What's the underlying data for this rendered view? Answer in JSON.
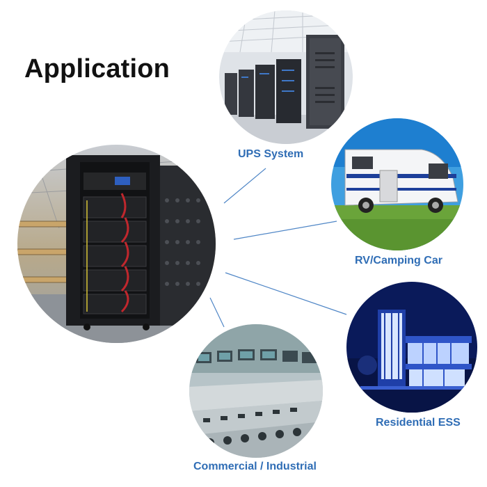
{
  "title": "Application",
  "applications": [
    {
      "label": "UPS System"
    },
    {
      "label": "RV/Camping Car"
    },
    {
      "label": "Residential ESS"
    },
    {
      "label": "Commercial / Industrial"
    }
  ],
  "colors": {
    "label": "#2f6db5",
    "connector": "#4f86c6",
    "title": "#111111"
  }
}
